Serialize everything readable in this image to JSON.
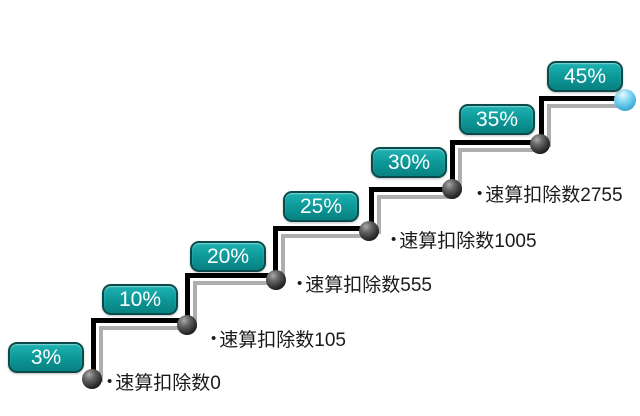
{
  "diagram": {
    "bullet": "•",
    "steps": [
      {
        "rate": "3%",
        "deduction": "速算扣除数0"
      },
      {
        "rate": "10%",
        "deduction": "速算扣除数105"
      },
      {
        "rate": "20%",
        "deduction": "速算扣除数555"
      },
      {
        "rate": "25%",
        "deduction": "速算扣除数1005"
      },
      {
        "rate": "30%",
        "deduction": "速算扣除数2755"
      },
      {
        "rate": "35%"
      },
      {
        "rate": "45%"
      }
    ],
    "colors": {
      "badge_fill": "#0e9898",
      "badge_border": "#0a4a4a",
      "badge_text": "#ffffff",
      "line": "#000000",
      "line_shadow": "#aeaeae",
      "corner_ball": "#1d1d1d",
      "end_ball": "#58c4e6",
      "text": "#1a1a1a",
      "background": "#ffffff"
    }
  }
}
